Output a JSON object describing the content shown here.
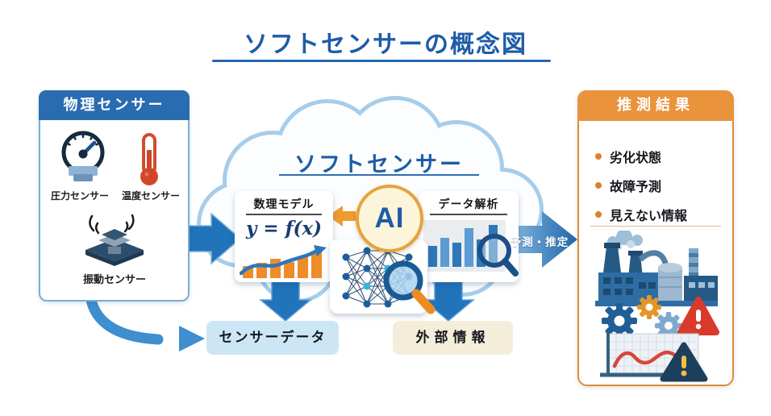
{
  "title": "ソフトセンサーの概念図",
  "physical_panel": {
    "header": "物理センサー",
    "sensors": [
      {
        "label": "圧力センサー",
        "icon": "pressure-gauge-icon"
      },
      {
        "label": "温度センサー",
        "icon": "thermometer-icon"
      },
      {
        "label": "振動センサー",
        "icon": "vibration-sensor-icon"
      }
    ]
  },
  "cloud": {
    "title": "ソフトセンサー",
    "model_box": {
      "title": "数理モデル",
      "formula": "y = f(x)"
    },
    "ai_badge": "AI",
    "analysis_box": {
      "title": "データ解析"
    }
  },
  "inputs": {
    "sensor_data": "センサーデータ",
    "external_info": "外部情報"
  },
  "prediction_arrow": {
    "label": "予測・推定"
  },
  "result_panel": {
    "header": "推測結果",
    "items": [
      "劣化状態",
      "故障予測",
      "見えない情報"
    ]
  },
  "colors": {
    "title_blue": "#1e5ca6",
    "header_blue": "#2a6cb1",
    "arrow_blue": "#2173ba",
    "cloud_outline": "#a6cdeb",
    "ai_gold": "#e6a33c",
    "accent_orange": "#e9933c",
    "sensor_data_bg": "#cde6f6",
    "external_info_bg": "#f3edda",
    "alert_red": "#d93a2b",
    "alert_navy": "#1d3f5e"
  }
}
